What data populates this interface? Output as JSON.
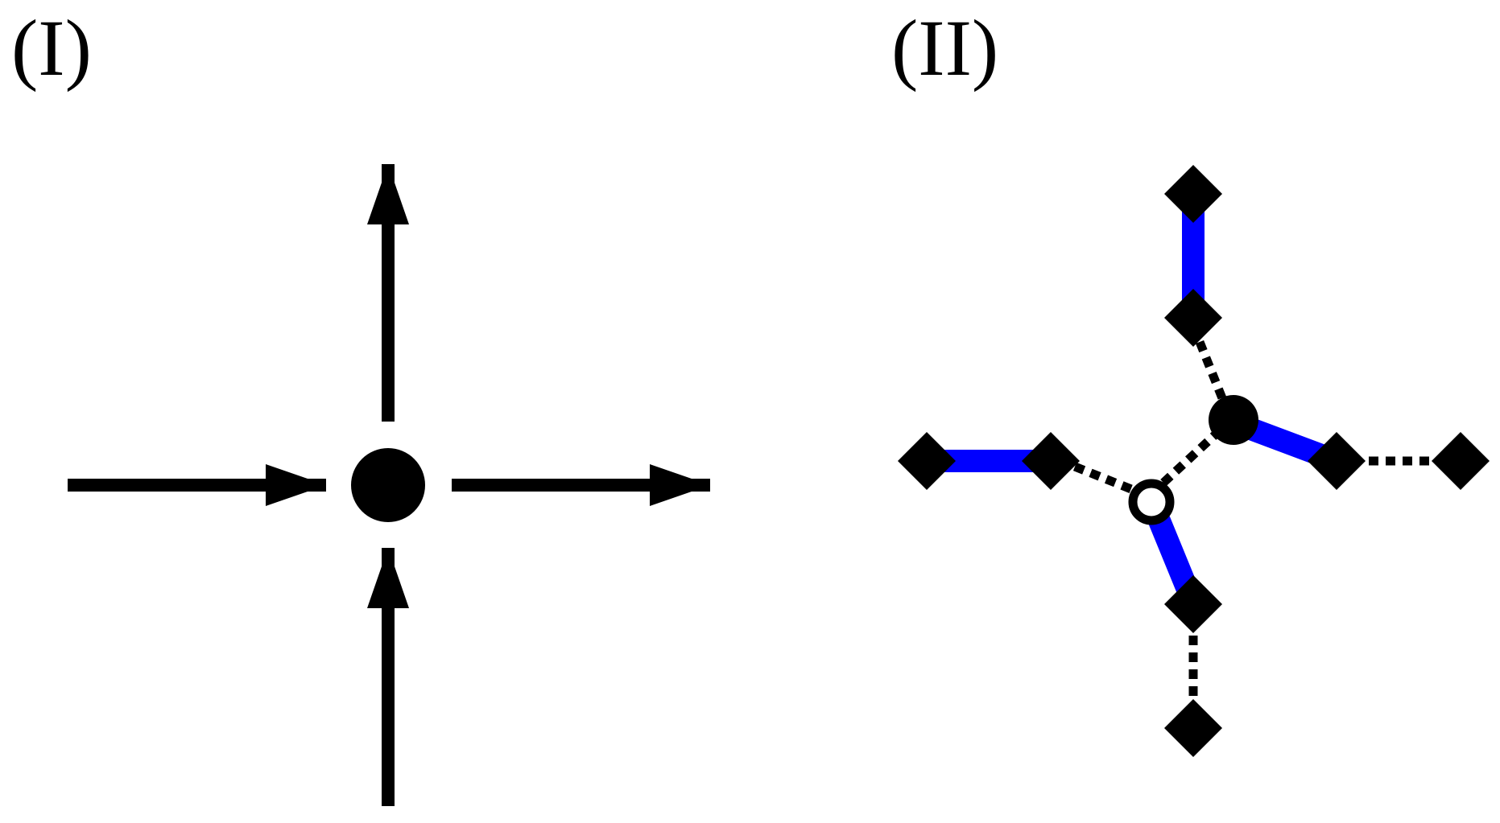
{
  "panels": {
    "left": {
      "label": "(I)"
    },
    "right": {
      "label": "(II)"
    }
  },
  "colors": {
    "ink": "#000000",
    "bond": "#0000ff",
    "background": "#ffffff"
  },
  "icons": {
    "filled_node": "filled-circle",
    "open_node": "open-circle",
    "site": "diamond",
    "flow": "arrow"
  }
}
